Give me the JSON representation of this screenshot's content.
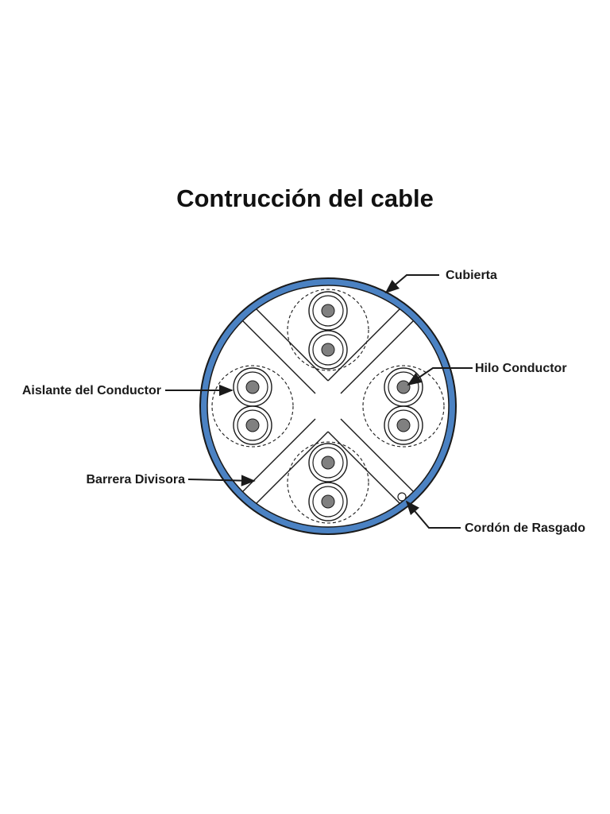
{
  "title": "Contrucción del cable",
  "labels": {
    "cubierta": "Cubierta",
    "hilo_conductor": "Hilo Conductor",
    "aislante": "Aislante del Conductor",
    "barrera": "Barrera Divisora",
    "cordon": "Cordón de Rasgado"
  },
  "colors": {
    "jacket": "#4b82c3",
    "conductor": "#808080",
    "outline": "#1a1a1a"
  }
}
